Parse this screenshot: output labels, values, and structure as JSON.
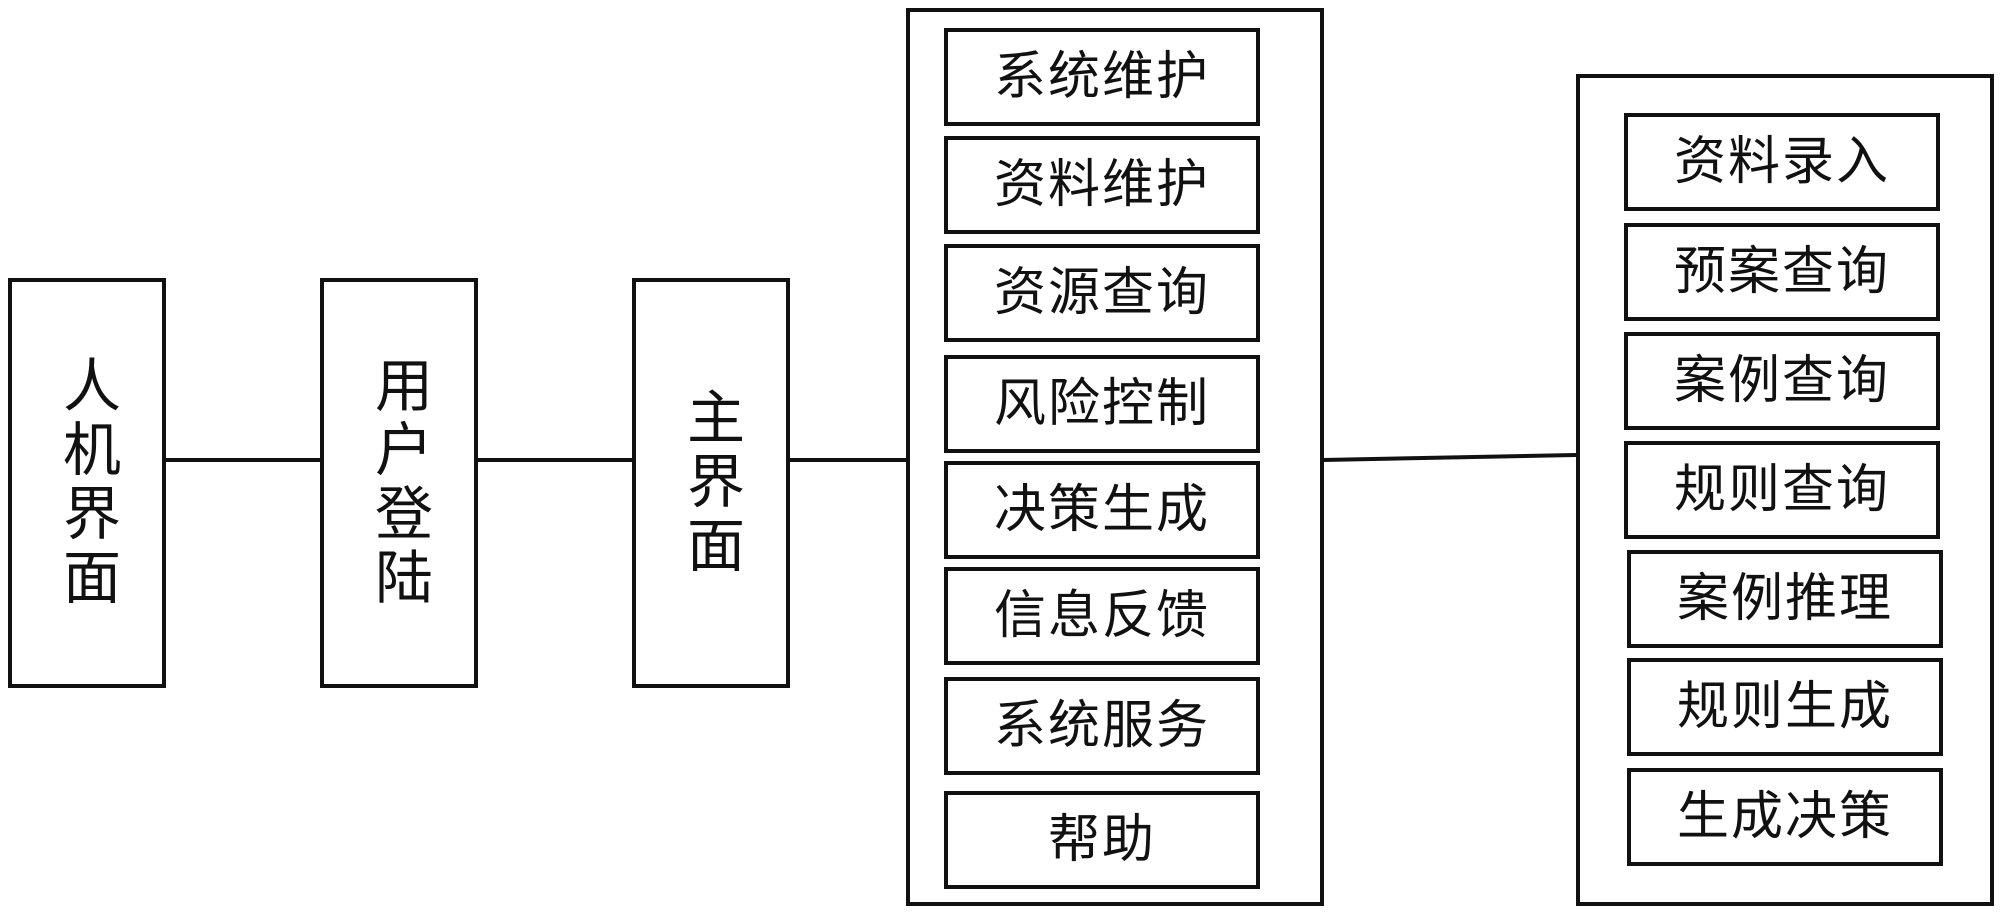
{
  "nodes": {
    "hmi": "人机界面",
    "login": "用户登陆",
    "main": "主界面"
  },
  "main_menu": [
    "系统维护",
    "资料维护",
    "资源查询",
    "风险控制",
    "决策生成",
    "信息反馈",
    "系统服务",
    "帮助"
  ],
  "sub_menu": [
    "资料录入",
    "预案查询",
    "案例查询",
    "规则查询",
    "案例推理",
    "规则生成",
    "生成决策"
  ]
}
